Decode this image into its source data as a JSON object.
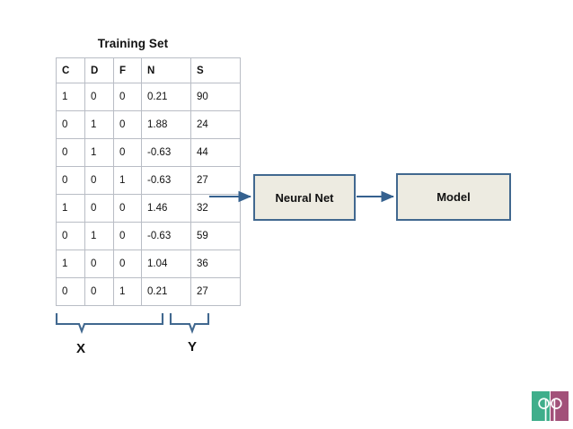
{
  "diagram": {
    "title": "Training Set",
    "table": {
      "headers": [
        "C",
        "D",
        "F",
        "N",
        "S"
      ],
      "rows": [
        [
          "1",
          "0",
          "0",
          "0.21",
          "90"
        ],
        [
          "0",
          "1",
          "0",
          "1.88",
          "24"
        ],
        [
          "0",
          "1",
          "0",
          "-0.63",
          "44"
        ],
        [
          "0",
          "0",
          "1",
          "-0.63",
          "27"
        ],
        [
          "1",
          "0",
          "0",
          "1.46",
          "32"
        ],
        [
          "0",
          "1",
          "0",
          "-0.63",
          "59"
        ],
        [
          "1",
          "0",
          "0",
          "1.04",
          "36"
        ],
        [
          "0",
          "0",
          "1",
          "0.21",
          "27"
        ]
      ]
    },
    "braces": {
      "x_label": "X",
      "y_label": "Y"
    },
    "boxes": {
      "neural_net": "Neural Net",
      "model": "Model"
    },
    "logo": {
      "left_letter": "q",
      "right_letter": "p"
    },
    "colors": {
      "brace": "#41688f",
      "arrow": "#35618f",
      "box_fill": "#edebe1",
      "box_border": "#41688f",
      "table_border": "#b9bdc5",
      "logo_teal": "#3fae8b",
      "logo_purple": "#a25179"
    }
  }
}
